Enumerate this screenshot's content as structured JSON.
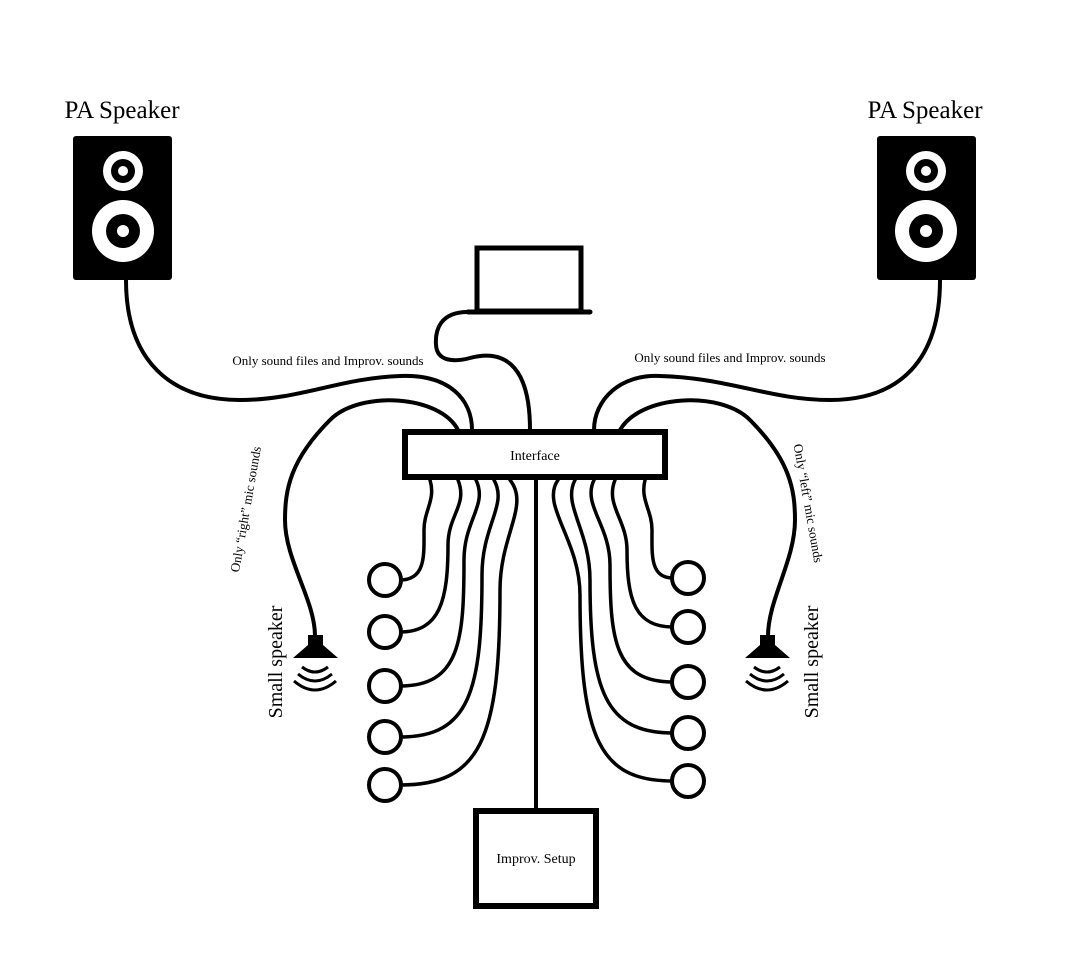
{
  "diagram": {
    "pa_speaker_left": {
      "label": "PA Speaker",
      "icon": "pa-speaker-icon"
    },
    "pa_speaker_right": {
      "label": "PA Speaker",
      "icon": "pa-speaker-icon"
    },
    "laptop": {
      "icon": "laptop-icon"
    },
    "interface": {
      "label": "Interface"
    },
    "improv_setup": {
      "label": "Improv. Setup"
    },
    "cable_labels": {
      "left_pa": "Only sound files and Improv. sounds",
      "right_pa": "Only sound files and Improv. sounds",
      "left_small": "Only “right” mic sounds",
      "right_small": "Only “left” mic sounds"
    },
    "small_speaker_left": {
      "label": "Small speaker",
      "icon": "small-speaker-icon"
    },
    "small_speaker_right": {
      "label": "Small speaker",
      "icon": "small-speaker-icon"
    },
    "microphones_left": [
      {
        "id": "mic-left-1",
        "icon": "microphone-icon"
      },
      {
        "id": "mic-left-2",
        "icon": "microphone-icon"
      },
      {
        "id": "mic-left-3",
        "icon": "microphone-icon"
      },
      {
        "id": "mic-left-4",
        "icon": "microphone-icon"
      },
      {
        "id": "mic-left-5",
        "icon": "microphone-icon"
      }
    ],
    "microphones_right": [
      {
        "id": "mic-right-1",
        "icon": "microphone-icon"
      },
      {
        "id": "mic-right-2",
        "icon": "microphone-icon"
      },
      {
        "id": "mic-right-3",
        "icon": "microphone-icon"
      },
      {
        "id": "mic-right-4",
        "icon": "microphone-icon"
      },
      {
        "id": "mic-right-5",
        "icon": "microphone-icon"
      }
    ],
    "colors": {
      "stroke": "#000000",
      "background": "#ffffff"
    }
  }
}
